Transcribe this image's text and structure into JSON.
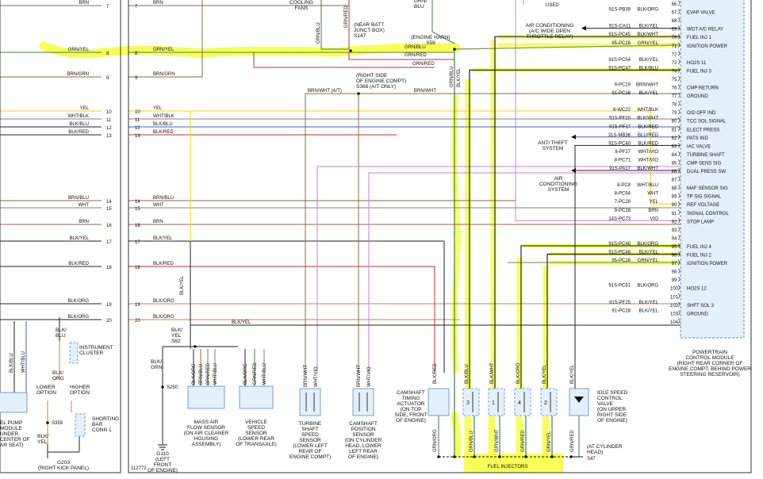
{
  "left_panel": {
    "rows": [
      {
        "pin": "7",
        "color": "BRN"
      },
      {
        "pin": "8",
        "color": "GRN/YEL"
      },
      {
        "pin": "9",
        "color": "BRN/GRN"
      },
      {
        "pin": "10",
        "color": "YEL"
      },
      {
        "pin": "11",
        "color": "WHT/BLK"
      },
      {
        "pin": "12",
        "color": "BLK/BLU"
      },
      {
        "pin": "13",
        "color": "BLK/RED"
      },
      {
        "pin": "14",
        "color": "BRN/BLU"
      },
      {
        "pin": "15",
        "color": "WHT"
      },
      {
        "pin": "16",
        "color": "BRN"
      },
      {
        "pin": "17",
        "color": "BLK/YEL"
      },
      {
        "pin": "18",
        "color": "BLK/RED"
      },
      {
        "pin": "19",
        "color": "BLK/ORG"
      },
      {
        "pin": "20",
        "color": "BLK/ORG"
      }
    ],
    "fuel_pump_label": "EL PUMP\nMODULE\nUNDER\nCENTER OF\nAR SEAT)",
    "instrument_cluster": "INSTRUMENT\nCLUSTER",
    "lower_option": "LOWER\nOPTION",
    "higher_option": "HIGHER\nOPTION",
    "shorting_bar": "SHORTING\nBAR\nCONN 1",
    "s359": "S359",
    "g203": "G203\n(RIGHT KICK PANEL)",
    "wire_blk_blu": "BLK/\nBLU",
    "wire_blk_org": "BLK/\nORG",
    "wire_blk_yel": "BLK/\nYEL",
    "wire_wht_blu": "WHT/BLU",
    "wire_blk_blu_v": "BLK/BLU"
  },
  "mid_panel": {
    "rows": [
      {
        "pin": "7",
        "color": "BRN"
      },
      {
        "pin": "8",
        "color": "GRN/YEL"
      },
      {
        "pin": "9",
        "color": "BRN/GRN"
      },
      {
        "pin": "10",
        "color": "YEL"
      },
      {
        "pin": "11",
        "color": "WHT/BLK"
      },
      {
        "pin": "12",
        "color": "BLK/BLU"
      },
      {
        "pin": "13",
        "color": "BLK/RED"
      },
      {
        "pin": "14",
        "color": "BRN/BLU"
      },
      {
        "pin": "15",
        "color": "WHT"
      },
      {
        "pin": "16",
        "color": "BRN"
      },
      {
        "pin": "17",
        "color": "BLK/YEL"
      },
      {
        "pin": "18",
        "color": "BLK/RED"
      },
      {
        "pin": "19",
        "color": "BLK/ORG"
      },
      {
        "pin": "20",
        "color": "BLK/ORG"
      }
    ],
    "cooling_fans": "COOLING\nFANS",
    "near_batt": "(NEAR BATT\nJUNCT BOX)\nS147",
    "engine_harn": "(ENGINE HARN)\nS59",
    "right_side": "(RIGHT SIDE\nOF ENGINE COMPT)\nS368  (A/T ONLY)",
    "brn_wht_at": "BRN/WHT (A/T)",
    "brn_wht": "BRN/WHT",
    "grn_blu": "GRN/BLU",
    "grn_red": "GRN/RED",
    "grn_red2": "GRN/RED",
    "grn_blu_top": "GRN/\nBLU",
    "blk_yel_h": "BLK/YEL",
    "s62": "BLK/\nYEL\nS62",
    "s250": "S250",
    "g110": "G110\n(LEFT\nFRONT\nOF ENGINE)",
    "blk_grn": "BLK/\nGRN",
    "maf": "MASS AIR\nFLOW SENSOR\n(ON AIR CLEANER\nHOUSING\nASSEMBLY)",
    "vss": "VEHICLE\nSPEED\nSENSOR\n(LOWER REAR\nOF TRANSAXLE)",
    "tss": "TURBINE\nSHAFT\nSPEED\nSENSOR\n(LOWER LEFT\nREAR OF\nENGINE COMPT)",
    "cmp": "CAMSHAFT\nPOSITION\nSENSOR\n(ON CYLINDER\nHEAD, LOWER\nLEFT REAR\nOF ENGINE)",
    "cam_timing": "CAMSHAFT\nTIMING\nACTUATOR\n(ON TOP\nSIDE, FRONT\nOF ENGINE)",
    "idle_speed": "IDLE SPEED\nCONTROL\nVALVE\n(ON UPPER\nRIGHT SIDE\nOF ENGINE)",
    "at_cyl_head": "(AT CYLINDER\nHEAD)",
    "s47": "S47",
    "fuel_injectors": "FUEL INJECTORS",
    "fig_id": "112772",
    "maf_wires": [
      "BLK/ORG",
      "BRN/BLU",
      "BRN/RED",
      "WHT/BLU"
    ],
    "vss_wires": [
      "BLK/ORG",
      "GRN/RED",
      "WHT/BLU"
    ],
    "tss_wires": [
      "BRN/WHT",
      "WHT/VIO"
    ],
    "cmp_wires": [
      "BRN/WHT",
      "WHT/VIO"
    ],
    "cam_wires": [
      "BLK/RED",
      "GRN/ORG"
    ],
    "inj_wires": [
      "BLK/BLU",
      "BLK/WHT",
      "BLK/ORG",
      "BLK/YEL"
    ],
    "inj_bottom": [
      "GRN/BLU",
      "GRN/WHT",
      "GRN/RED",
      "GRN/YEL"
    ],
    "inj_nums": [
      "3",
      "1",
      "4",
      "2"
    ],
    "isc_wires": [
      "BLK/YEL",
      "GRN/RED"
    ],
    "blk_yel_v": "BLK/YEL",
    "grn_blu_v": "GRN/BLU",
    "blk_ylw_v2": "BLK/YEL"
  },
  "ac_label": "AIR CONDITIONING\n(A/C WIDE OPEN\nTHROTTLE RELAY)",
  "anti_theft_label": "ANTI THEFT\nSYSTEM",
  "air_cond_label": "AIR\nCONDITIONING\nSYSTEM",
  "used_label": "USED",
  "not_used_label": "NOT USED",
  "pcm": {
    "title": "POWERTRAIN\nCONTROL MODULE\n(RIGHT REAR CORNER OF\nENGINE COMPT, BEHIND POWER\nSTEERING RESERVOIR)",
    "pins": [
      {
        "pin": "66",
        "circuit": "",
        "color": "",
        "func": ""
      },
      {
        "pin": "67",
        "circuit": "91S-PB39",
        "color": "BLK/ORG",
        "func": "EVAP VALVE"
      },
      {
        "pin": "68",
        "circuit": "",
        "color": "",
        "func": ""
      },
      {
        "pin": "69",
        "circuit": "91S-CA11",
        "color": "BLK/YEL",
        "func": "WOT A/C RELAY"
      },
      {
        "pin": "70",
        "circuit": "91S-PC45",
        "color": "BLK/WHT",
        "func": "FUEL INJ 1"
      },
      {
        "pin": "71",
        "circuit": "95-PC28",
        "color": "GRN/YEL",
        "func": "IGNITION POWER"
      },
      {
        "pin": "72",
        "circuit": "",
        "color": "",
        "func": ""
      },
      {
        "pin": "73",
        "circuit": "91S-PC54",
        "color": "BLK/YEL",
        "func": "HO2S 11"
      },
      {
        "pin": "74",
        "circuit": "91S-PC47",
        "color": "BLK/BLU",
        "func": "FUEL INJ 3"
      },
      {
        "pin": "75",
        "circuit": "",
        "color": "",
        "func": ""
      },
      {
        "pin": "76",
        "circuit": "9-PC19",
        "color": "BRN/WHT",
        "func": "CMP RETURN"
      },
      {
        "pin": "77",
        "circuit": "91-PC28",
        "color": "BLK/YEL",
        "func": "GROUND"
      },
      {
        "pin": "78",
        "circuit": "",
        "color": "",
        "func": ""
      },
      {
        "pin": "79",
        "circuit": "8-WC22",
        "color": "WHT/BLK",
        "func": "O/D OFF IND"
      },
      {
        "pin": "80",
        "circuit": "91S-PF20",
        "color": "BLK/WHT",
        "func": "TCC SOL SIGNAL"
      },
      {
        "pin": "81",
        "circuit": "91S-PF17",
        "color": "BLK/RED",
        "func": "ELECT PRESS"
      },
      {
        "pin": "82",
        "circuit": "31S-MB36",
        "color": "BLU/RED",
        "func": "PATS IND"
      },
      {
        "pin": "83",
        "circuit": "91S-PC40",
        "color": "BLK/RED",
        "func": "IAC VALVE"
      },
      {
        "pin": "84",
        "circuit": "8-PF27",
        "color": "WHT/VIO",
        "func": "TURBINE SHAFT"
      },
      {
        "pin": "85",
        "circuit": "8-PC71",
        "color": "WHT/VIO",
        "func": "CMP SENS SIG"
      },
      {
        "pin": "86",
        "circuit": "91S-PA17",
        "color": "BLK/WHT",
        "func": "DUAL PRESS SW"
      },
      {
        "pin": "87",
        "circuit": "",
        "color": "",
        "func": ""
      },
      {
        "pin": "88",
        "circuit": "8-PC8",
        "color": "WHT/BLU",
        "func": "MAF SENSOR SIG"
      },
      {
        "pin": "89",
        "circuit": "8-PC64",
        "color": "WHT",
        "func": "TP SIG SIGNAL"
      },
      {
        "pin": "90",
        "circuit": "7-PC28",
        "color": "YEL",
        "func": "REF VOLTAGE"
      },
      {
        "pin": "91",
        "circuit": "9-PC28",
        "color": "BRN",
        "func": "SIGNAL CONTROL"
      },
      {
        "pin": "92",
        "circuit": "14S-PC73",
        "color": "VIO",
        "func": "STOP LAMP"
      },
      {
        "pin": "93",
        "circuit": "",
        "color": "",
        "func": ""
      },
      {
        "pin": "94",
        "circuit": "",
        "color": "",
        "func": ""
      },
      {
        "pin": "95",
        "circuit": "91S-PC48",
        "color": "BLK/ORG",
        "func": "FUEL INJ 4"
      },
      {
        "pin": "96",
        "circuit": "91S-PC46",
        "color": "BLK/YEL",
        "func": "FUEL INJ 2"
      },
      {
        "pin": "97",
        "circuit": "95-PC28",
        "color": "GRN/YEL",
        "func": "IGNITION POWER"
      },
      {
        "pin": "98",
        "circuit": "",
        "color": "",
        "func": ""
      },
      {
        "pin": "99",
        "circuit": "",
        "color": "",
        "func": ""
      },
      {
        "pin": "100",
        "circuit": "91S-PC81",
        "color": "BLK/ORG",
        "func": "HO2S 12"
      },
      {
        "pin": "101",
        "circuit": "",
        "color": "",
        "func": ""
      },
      {
        "pin": "102",
        "circuit": "91S-PF25",
        "color": "BLK/YEL",
        "func": "SHFT SOL 3"
      },
      {
        "pin": "103",
        "circuit": "91-PC28",
        "color": "BLK/YEL",
        "func": "GROUND"
      },
      {
        "pin": "104",
        "circuit": "",
        "color": "",
        "func": ""
      }
    ]
  },
  "colors": {
    "highlight": "#f4ff3a",
    "box_fill": "#e3f0fa",
    "box_stroke": "#5a8bbd",
    "wire_green": "#3f7f3f",
    "wire_grn_yel": "#6f9f3f",
    "wire_brown": "#8b6b3a",
    "wire_yellow": "#e8d800",
    "wire_blue": "#4060c0",
    "wire_red": "#c03030",
    "wire_violet": "#c880d8",
    "wire_orange": "#d08040",
    "wire_black": "#222222",
    "wire_gray": "#808080"
  }
}
